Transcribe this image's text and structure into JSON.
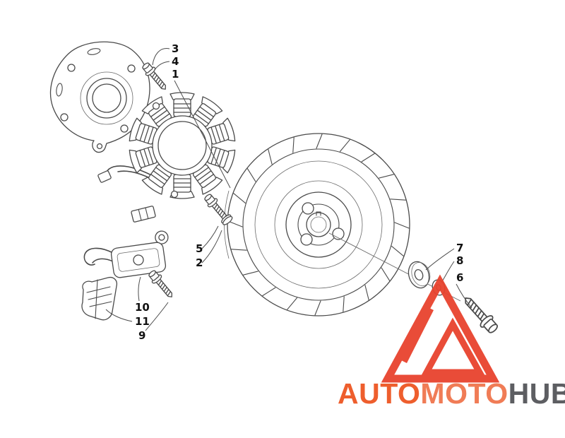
{
  "diagram": {
    "callouts": [
      {
        "ref": "3"
      },
      {
        "ref": "4"
      },
      {
        "ref": "1"
      },
      {
        "ref": "5"
      },
      {
        "ref": "2"
      },
      {
        "ref": "10"
      },
      {
        "ref": "11"
      },
      {
        "ref": "9"
      },
      {
        "ref": "7"
      },
      {
        "ref": "8"
      },
      {
        "ref": "6"
      }
    ]
  },
  "watermark": {
    "logo_color": "#e8432e",
    "segments": [
      {
        "text": "AUTO",
        "color": "#ee5622"
      },
      {
        "text": "MOTO",
        "color": "#f0764d"
      },
      {
        "text": "HUB",
        "color": "#55565a"
      }
    ]
  }
}
